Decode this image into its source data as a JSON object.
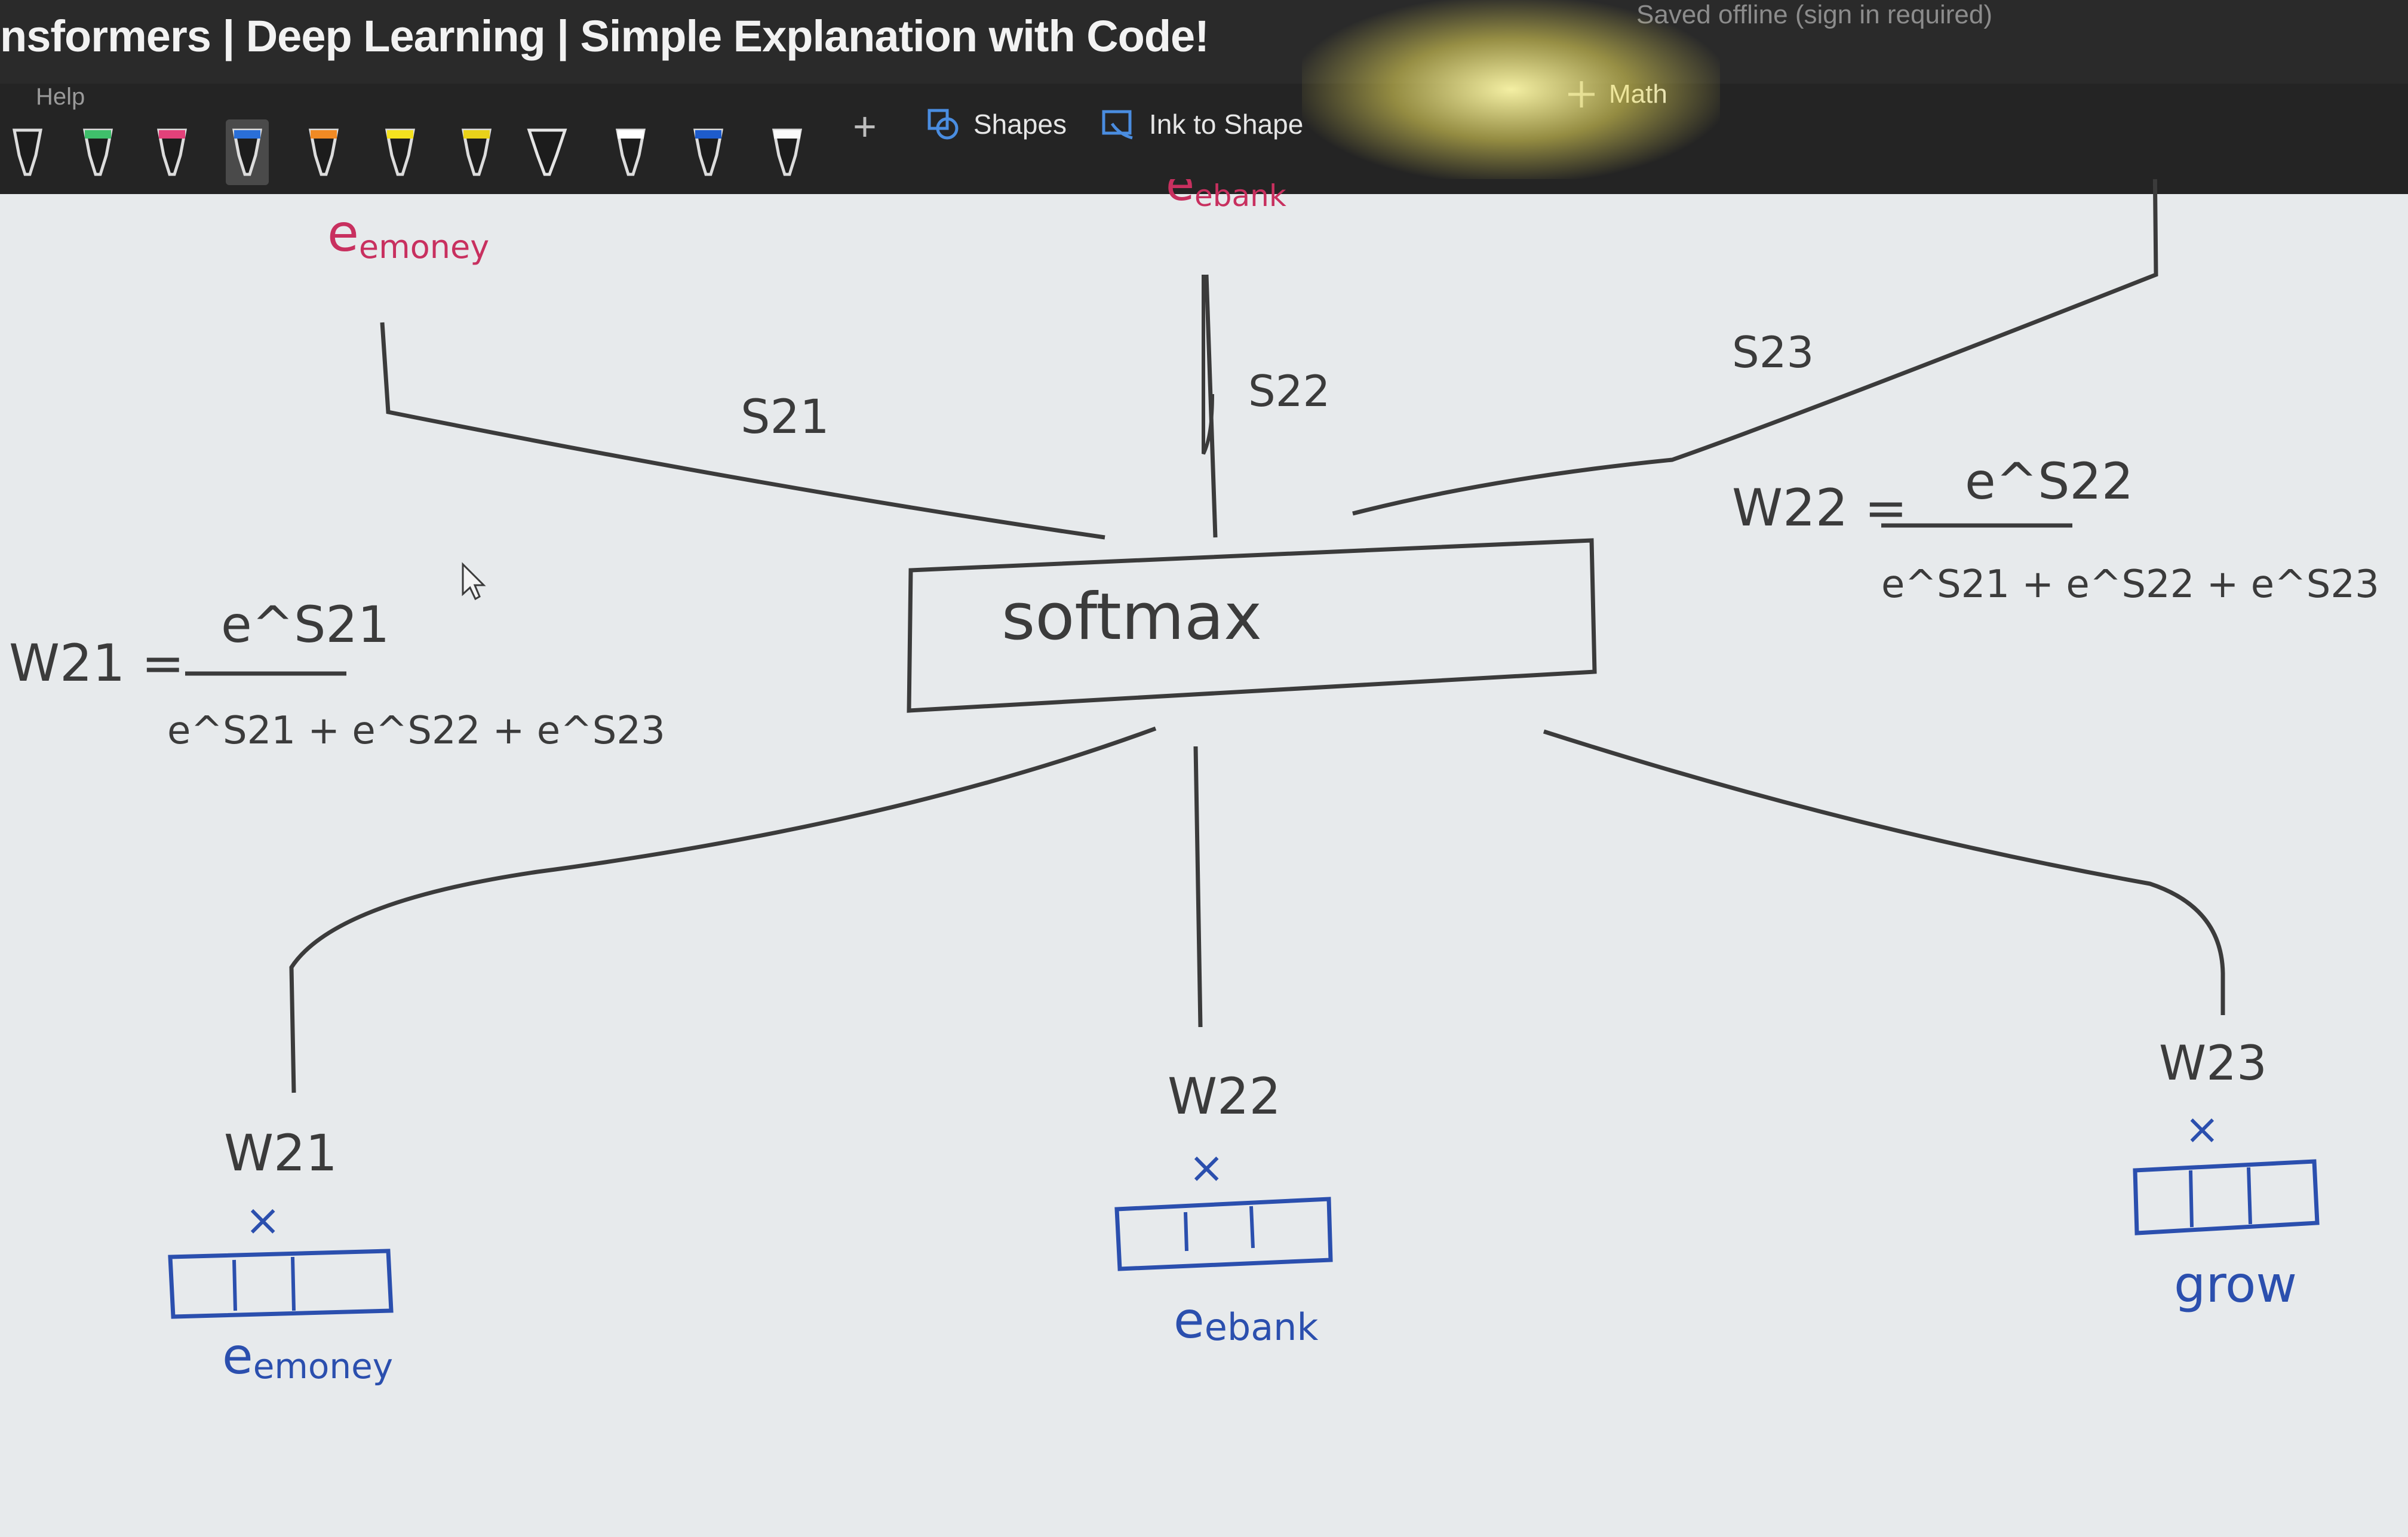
{
  "titlebar": {
    "title": "nsformers | Deep Learning | Simple Explanation with Code!",
    "status": "Saved offline (sign in required)"
  },
  "menu": {
    "help": "Help"
  },
  "ribbon": {
    "pens": [
      {
        "name": "pen-black",
        "color": "#1c1c1c"
      },
      {
        "name": "pen-green",
        "color": "#3fbf6b"
      },
      {
        "name": "pen-pink",
        "color": "#e3417a"
      },
      {
        "name": "pen-blue",
        "color": "#2a6fd8"
      },
      {
        "name": "pen-orange",
        "color": "#f08a24"
      },
      {
        "name": "highlighter-yellow",
        "color": "#f4e21f"
      },
      {
        "name": "highlighter-yellow-2",
        "color": "#e9d21a"
      },
      {
        "name": "highlighter-white",
        "color": "#f2f2f2"
      },
      {
        "name": "pen-white",
        "color": "#ffffff"
      },
      {
        "name": "pen-blue-2",
        "color": "#1e5ccc"
      },
      {
        "name": "pen-white-2",
        "color": "#fafafa"
      }
    ],
    "add_pen": "+",
    "shapes_label": "Shapes",
    "ink_to_shape_label": "Ink to Shape",
    "math_label": "Math"
  },
  "canvas": {
    "top_labels": {
      "e_money": "emoney",
      "e_bank": "ebank"
    },
    "scores": {
      "s21": "S21",
      "s22": "S22",
      "s23": "S23"
    },
    "softmax_label": "softmax",
    "eq_w21": {
      "lhs": "W21 =",
      "num": "e^S21",
      "den": "e^S21 + e^S22 + e^S23"
    },
    "eq_w22": {
      "lhs": "W22 =",
      "num": "e^S22",
      "den": "e^S21 + e^S22 + e^S23"
    },
    "outputs": [
      {
        "weight": "W21",
        "times": "×",
        "vector_label": "emoney"
      },
      {
        "weight": "W22",
        "times": "×",
        "vector_label": "ebank"
      },
      {
        "weight": "W23",
        "times": "×",
        "vector_label": "grow"
      }
    ],
    "ink_colors": {
      "dark": "#3b3b3b",
      "pink": "#c8305f",
      "blue": "#2b4fae"
    }
  }
}
